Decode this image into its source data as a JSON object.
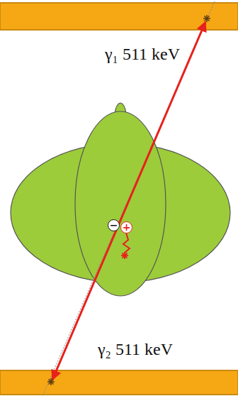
{
  "diagram": {
    "labels": [
      "γ₁ 511 keV",
      "−",
      "+",
      "γ₂ 511 keV"
    ]
  }
}
